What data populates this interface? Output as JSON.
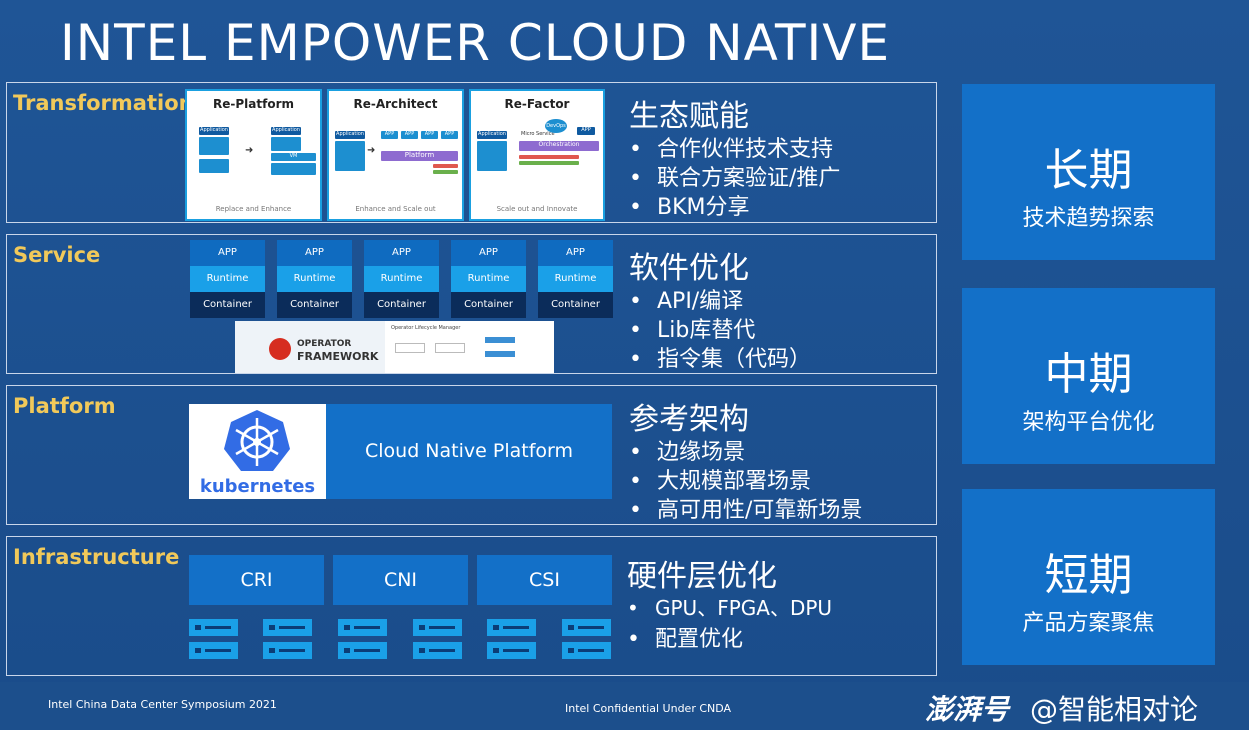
{
  "title": "INTEL EMPOWER CLOUD NATIVE",
  "rows": {
    "transformation": {
      "label": "Transformation",
      "boxes": [
        {
          "title": "Re-Platform",
          "footer": "Replace and Enhance"
        },
        {
          "title": "Re-Architect",
          "footer": "Enhance and Scale out"
        },
        {
          "title": "Re-Factor",
          "footer": "Scale out and Innovate"
        }
      ],
      "box_labels": {
        "application": "Application",
        "vm": "VM",
        "app": "APP",
        "platform": "Platform",
        "devops": "DevOps",
        "micro_service": "Micro Service",
        "orchestration": "Orchestration"
      },
      "heading": "生态赋能",
      "bullets": [
        "合作伙伴技术支持",
        "联合方案验证/推广",
        "BKM分享"
      ]
    },
    "service": {
      "label": "Service",
      "stack": {
        "app": "APP",
        "runtime": "Runtime",
        "container": "Container"
      },
      "operator": {
        "line1": "OPERATOR",
        "line2": "FRAMEWORK",
        "lifecycle": "Operator Lifecycle Manager"
      },
      "heading": "软件优化",
      "bullets": [
        "API/编译",
        "Lib库替代",
        "指令集（代码）"
      ]
    },
    "platform": {
      "label": "Platform",
      "k8s_logo_text": "kubernetes",
      "k8s_box": "Cloud Native Platform",
      "heading": "参考架构",
      "bullets": [
        "边缘场景",
        "大规模部署场景",
        "高可用性/可靠新场景"
      ]
    },
    "infrastructure": {
      "label": "Infrastructure",
      "boxes": [
        "CRI",
        "CNI",
        "CSI"
      ],
      "heading": "硬件层优化",
      "bullets": [
        "GPU、FPGA、DPU",
        "配置优化"
      ]
    }
  },
  "side": [
    {
      "big": "长期",
      "small": "技术趋势探索"
    },
    {
      "big": "中期",
      "small": "架构平台优化"
    },
    {
      "big": "短期",
      "small": "产品方案聚焦"
    }
  ],
  "footer": {
    "left": "Intel China Data Center Symposium 2021",
    "center": "Intel Confidential Under CNDA",
    "watermark_logo": "澎湃号",
    "watermark_text": "@智能相对论"
  },
  "colors": {
    "background": "#1c4f8c",
    "label": "#f1c95a",
    "box_blue": "#1370c8",
    "accent": "#1aa0e8"
  }
}
